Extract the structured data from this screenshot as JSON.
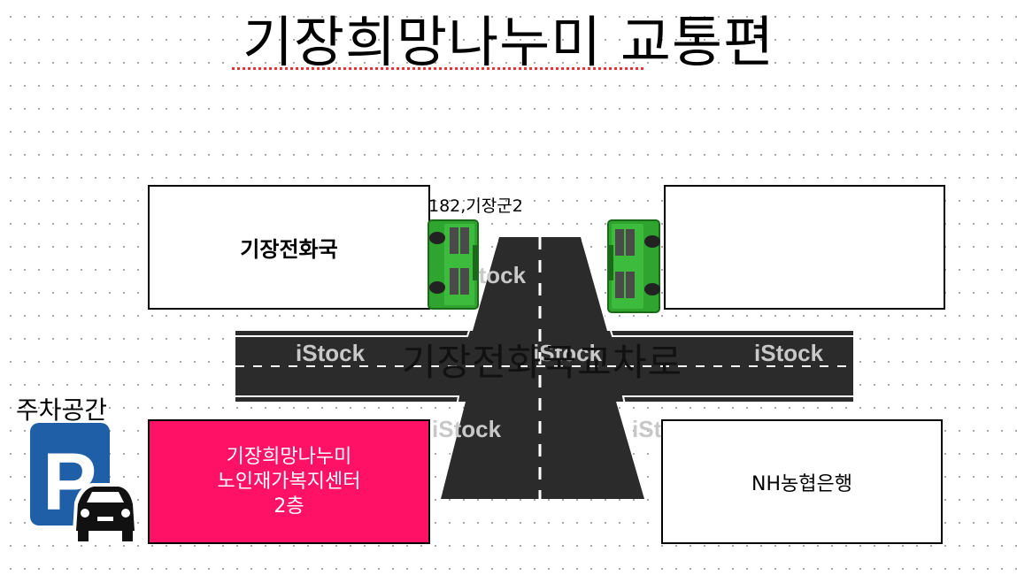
{
  "title": "기장희망나누미 교통편",
  "buildings": {
    "telecom": "기장전화국",
    "center_line1": "기장희망나누미",
    "center_line2": "노인재가복지센터",
    "center_line3": "2층",
    "bank": "NH농협은행"
  },
  "bus_label": "182,기장군2",
  "intersection_label": "기장전화국교차로",
  "parking_label": "주차공간",
  "parking_sign_letter": "P",
  "watermark": "iStock",
  "colors": {
    "center_box": "#ff1166",
    "bus": "#2fa52f",
    "parking_sign": "#1f5fa8",
    "road": "#2b2b2b"
  },
  "icons": [
    "bus-icon",
    "parking-sign-icon",
    "car-icon"
  ]
}
